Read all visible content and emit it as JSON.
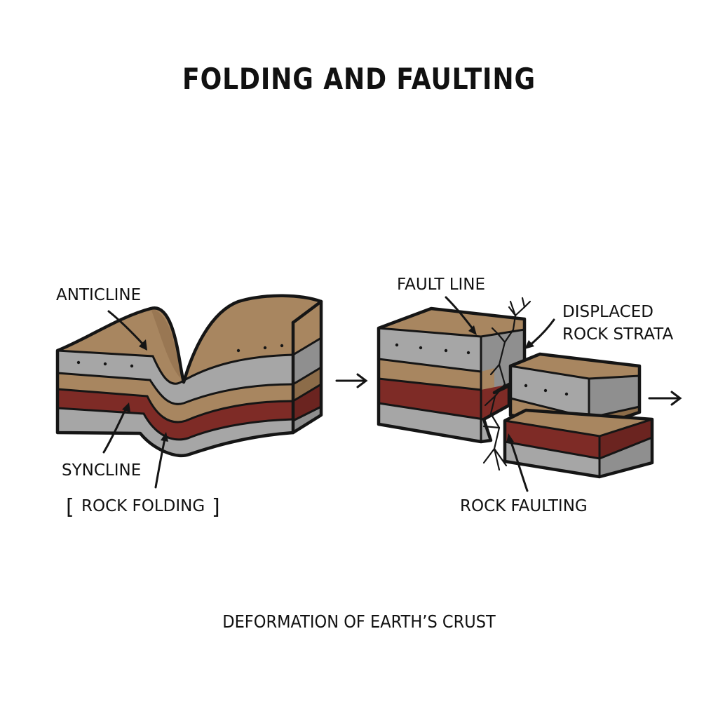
{
  "title": "FOLDING AND FAULTING",
  "caption": "DEFORMATION OF EARTH’S CRUST",
  "folding": {
    "anticline_label": "ANTICLINE",
    "syncline_label": "SYNCLINE",
    "section_label": "ROCK FOLDING",
    "bracket_left": "[",
    "bracket_right": "]"
  },
  "faulting": {
    "fault_line_label": "FAULT LINE",
    "displaced_label_line1": "DISPLACED",
    "displaced_label_line2": "ROCK STRATA",
    "section_label": "ROCK FAULTING"
  },
  "colors": {
    "sandstone": "#a88660",
    "sandstone_dark": "#8c6c49",
    "limestone": "#a6a6a6",
    "limestone_side": "#8f8f8f",
    "red_rock": "#7e2b26",
    "red_rock_side": "#6b2420",
    "outline": "#151515"
  }
}
